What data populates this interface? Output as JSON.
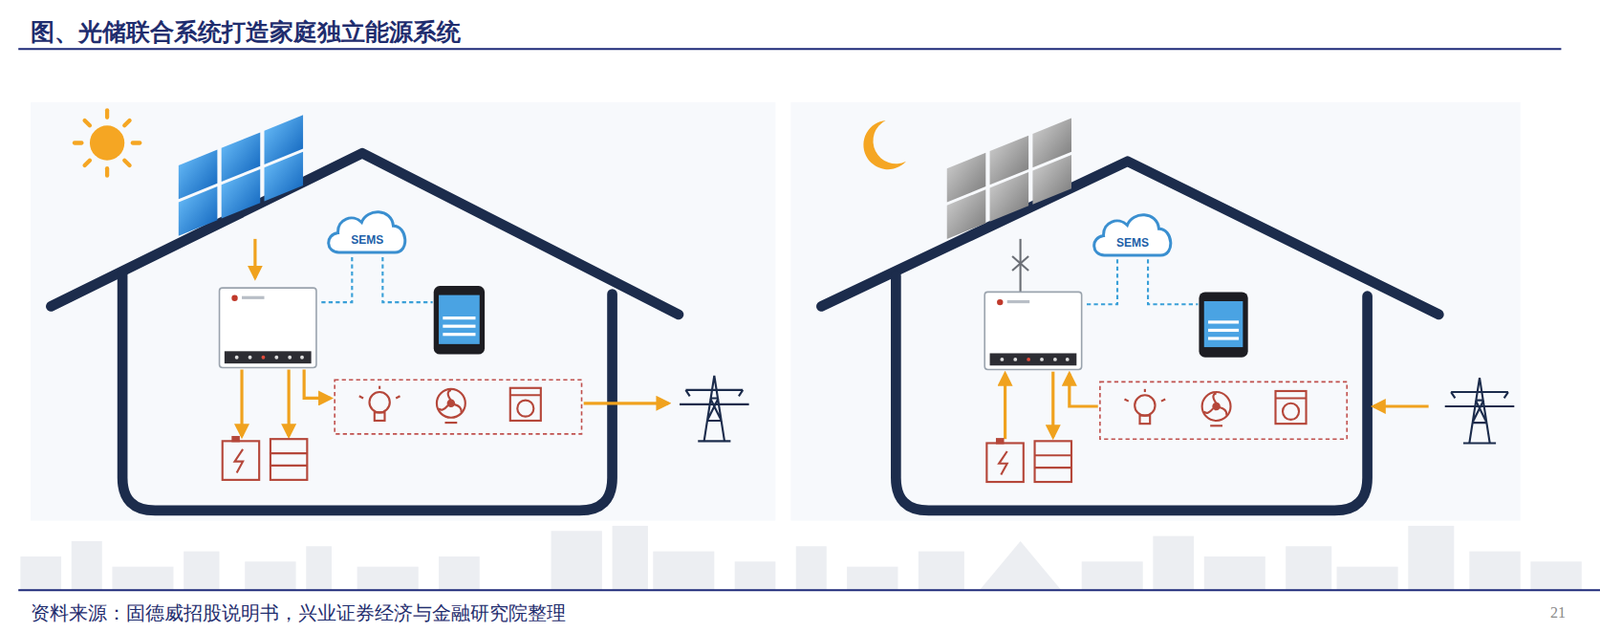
{
  "diagram": {
    "title": "图、光储联合系统打造家庭独立能源系统",
    "caption": "资料来源：固德威招股说明书，兴业证券经济与金融研究院整理",
    "nodes": [
      {
        "text": [
          "SEMS"
        ]
      },
      {
        "text": [
          "SEMS"
        ]
      }
    ],
    "labels": [
      "21"
    ]
  }
}
